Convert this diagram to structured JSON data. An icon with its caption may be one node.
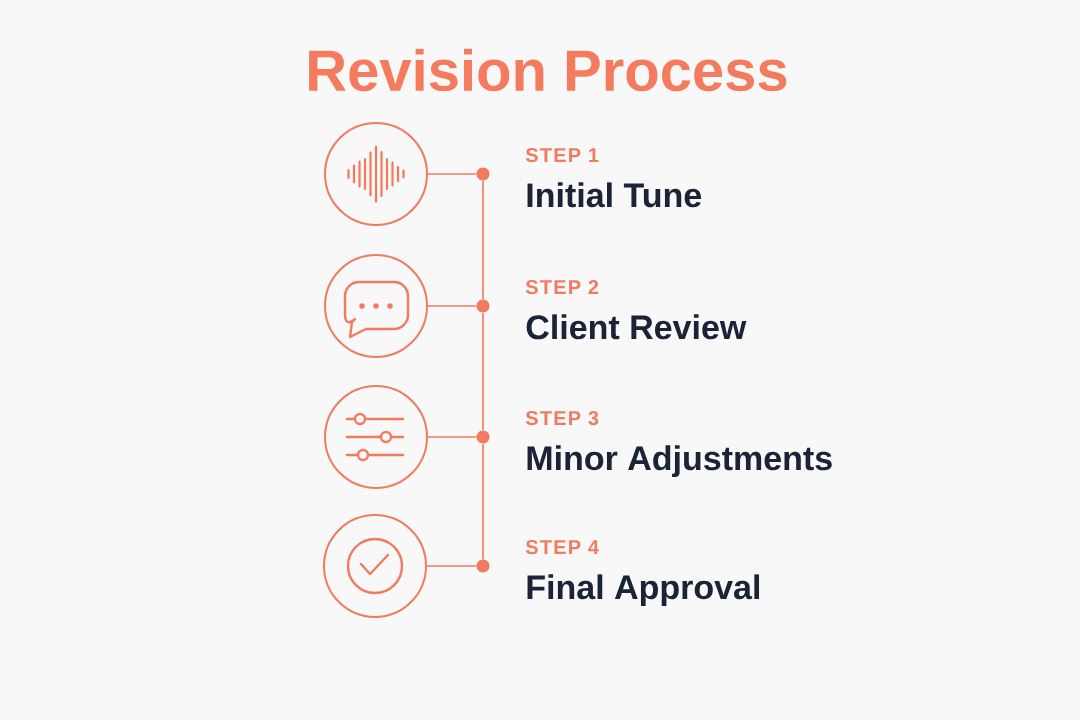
{
  "diagram": {
    "title": "Revision Process",
    "nodes": [
      {
        "text": [],
        "shape": "circle"
      },
      {
        "text": [],
        "shape": "dot",
        "beside": [
          "STEP 1",
          "Initial Tune"
        ]
      },
      {
        "text": [],
        "shape": "circle"
      },
      {
        "text": [],
        "shape": "dot",
        "beside": [
          "STEP 2",
          "Client Review"
        ]
      },
      {
        "text": [],
        "shape": "circle"
      },
      {
        "text": [],
        "shape": "dot",
        "beside": [
          "STEP 3",
          "Minor Adjustments"
        ]
      },
      {
        "text": [],
        "shape": "circle"
      },
      {
        "text": [],
        "shape": "dot",
        "beside": [
          "STEP 4",
          "Final Approval"
        ]
      }
    ],
    "edges": [
      {
        "from": 0,
        "to": 1,
        "arrow": "none"
      },
      {
        "from": 1,
        "to": 3,
        "arrow": "none"
      },
      {
        "from": 2,
        "to": 3,
        "arrow": "none"
      },
      {
        "from": 3,
        "to": 5,
        "arrow": "none"
      },
      {
        "from": 4,
        "to": 5,
        "arrow": "none"
      },
      {
        "from": 5,
        "to": 7,
        "arrow": "none"
      },
      {
        "from": 6,
        "to": 7,
        "arrow": "none"
      }
    ]
  }
}
